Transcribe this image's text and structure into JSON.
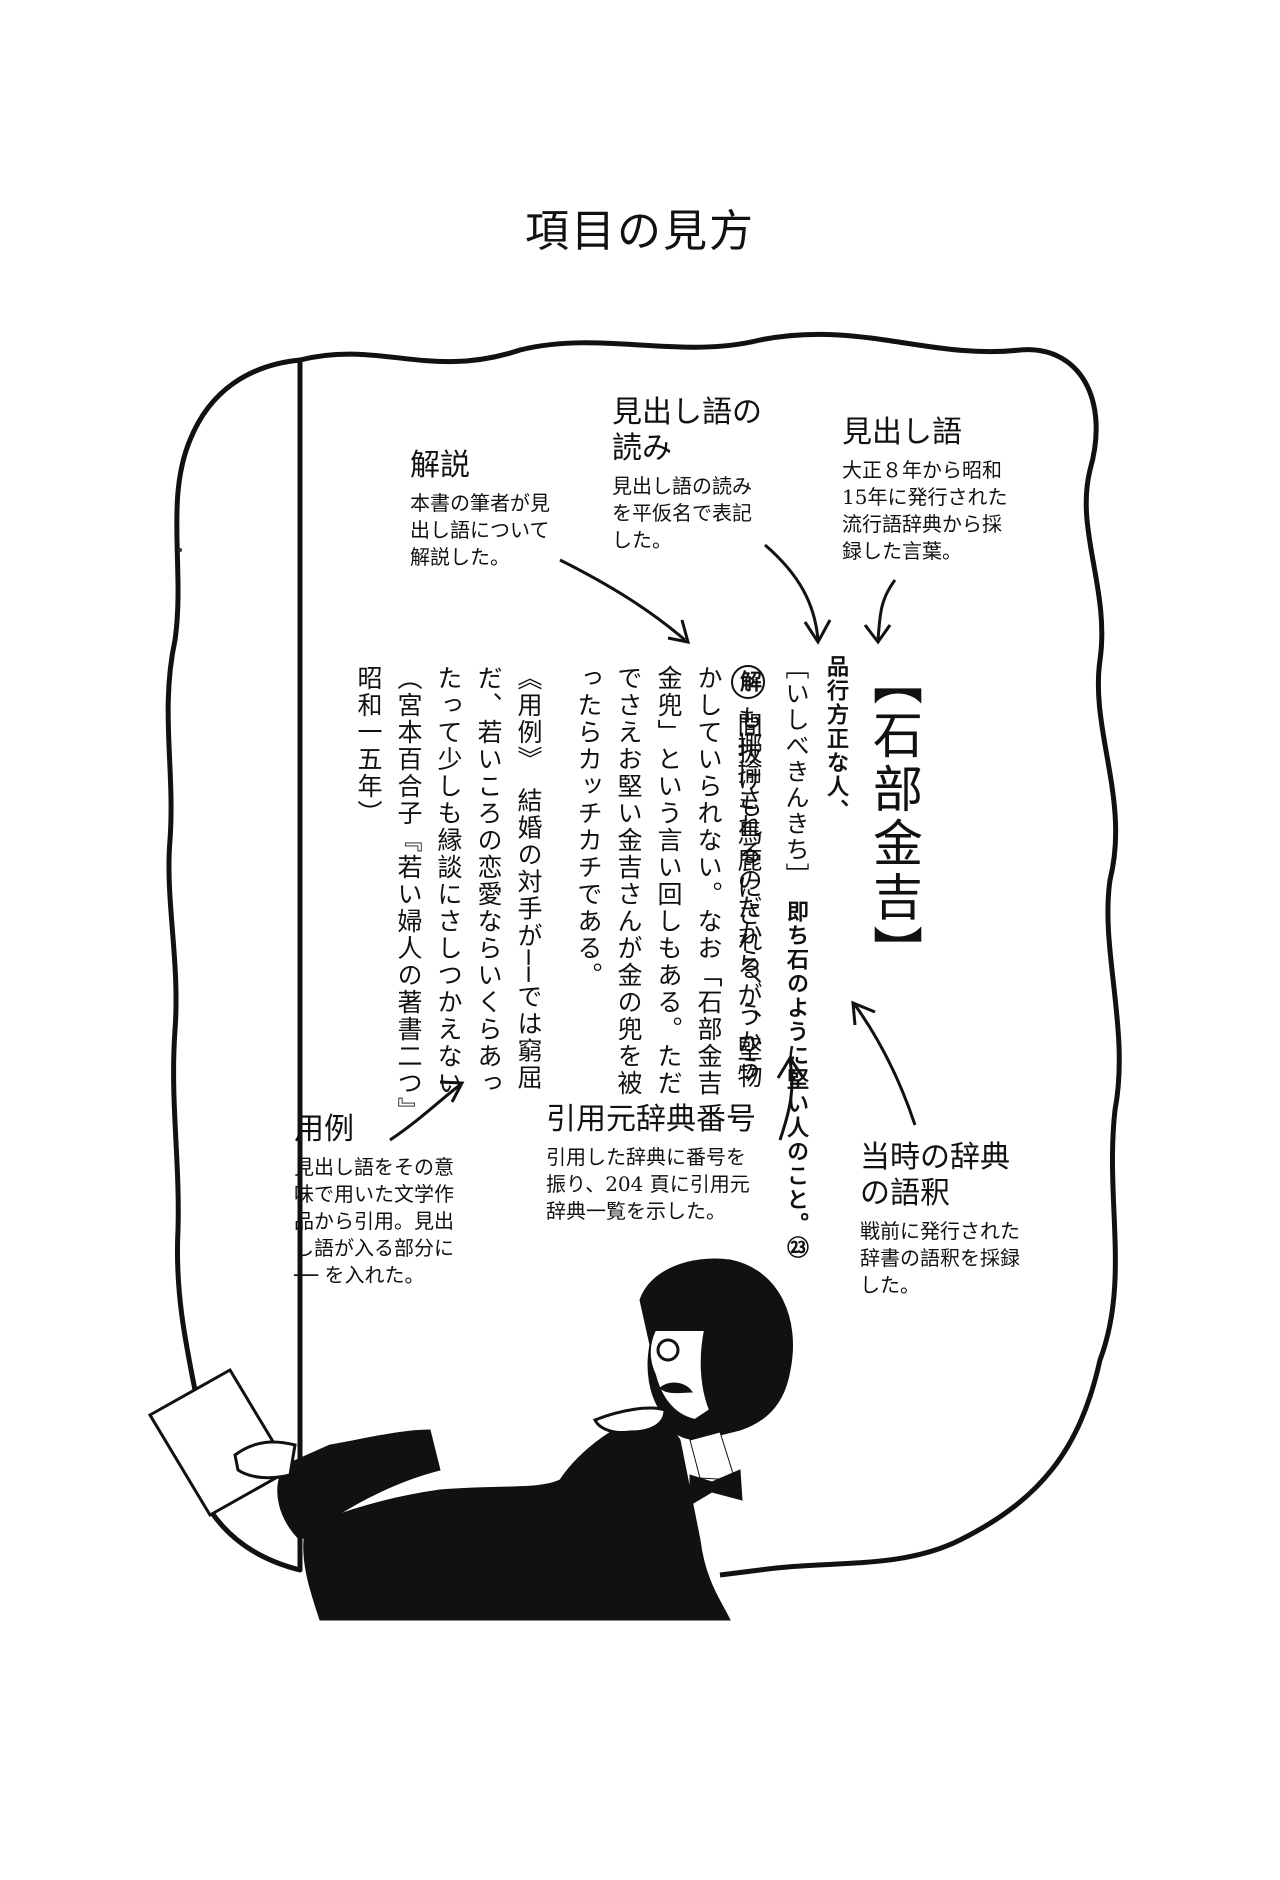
{
  "page": {
    "title": "項目の見方"
  },
  "labels": {
    "midashigo": {
      "head": "見出し語",
      "desc": [
        "大正８年から昭和",
        "15年に発行された",
        "流行語辞典から採",
        "録した言葉。"
      ]
    },
    "yomi": {
      "head": [
        "見出し語の",
        "読み"
      ],
      "desc": [
        "見出し語の読み",
        "を平仮名で表記",
        "した。"
      ]
    },
    "kaisetsu": {
      "head": "解説",
      "desc": [
        "本書の筆者が見",
        "出し語について",
        "解説した。"
      ]
    },
    "yorei": {
      "head": "用例",
      "desc": [
        "見出し語をその意",
        "味で用いた文学作",
        "品から引用。見出",
        "し語が入る部分に",
        "── を入れた。"
      ]
    },
    "inyo": {
      "head": "引用元辞典番号",
      "desc": [
        "引用した辞典に番号を",
        "振り、204 頁に引用元",
        "辞典一覧を示した。"
      ]
    },
    "goshaku": {
      "head": [
        "当時の辞典",
        "の語釈"
      ],
      "desc": [
        "戦前に発行された",
        "辞書の語釈を採録",
        "した。"
      ]
    }
  },
  "entry": {
    "headword": "【石部金吉】",
    "reading": "［いしべきんきち］",
    "definition_1": "品行方正な人、",
    "definition_2": "即ち石のように堅い人のこと。㉓",
    "kai_mark": "解",
    "commentary": [
      "間抜けも馬鹿にされるが、堅物",
      "かしていられない。なお「石部金吉",
      "金兜」という言い回しもある。ただ",
      "でさえお堅い金吉さんが金の兜を被",
      "ったらカッチカチである。"
    ],
    "commentary_1b": "も揶揄されるのだから、うかう",
    "example": [
      "《用例》　結婚の対手が──では窮屈",
      "だ、若いころの恋愛ならいくらあっ",
      "たって少しも縁談にさしつかえない",
      "（宮本百合子『若い婦人の著書二つ』",
      "昭和一五年）"
    ]
  }
}
